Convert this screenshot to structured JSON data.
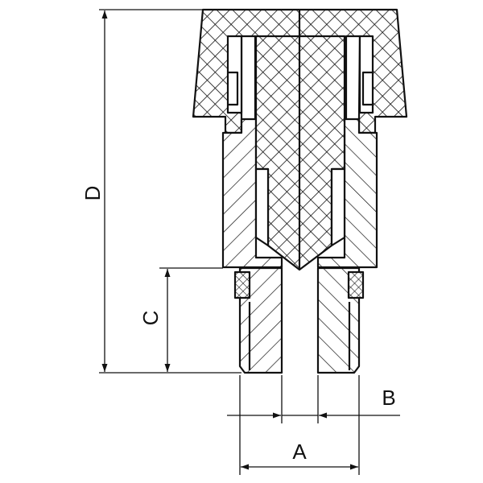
{
  "dimensions": {
    "A": "A",
    "B": "B",
    "C": "C",
    "D": "D"
  },
  "colors": {
    "line": "#111111",
    "background": "#ffffff"
  }
}
